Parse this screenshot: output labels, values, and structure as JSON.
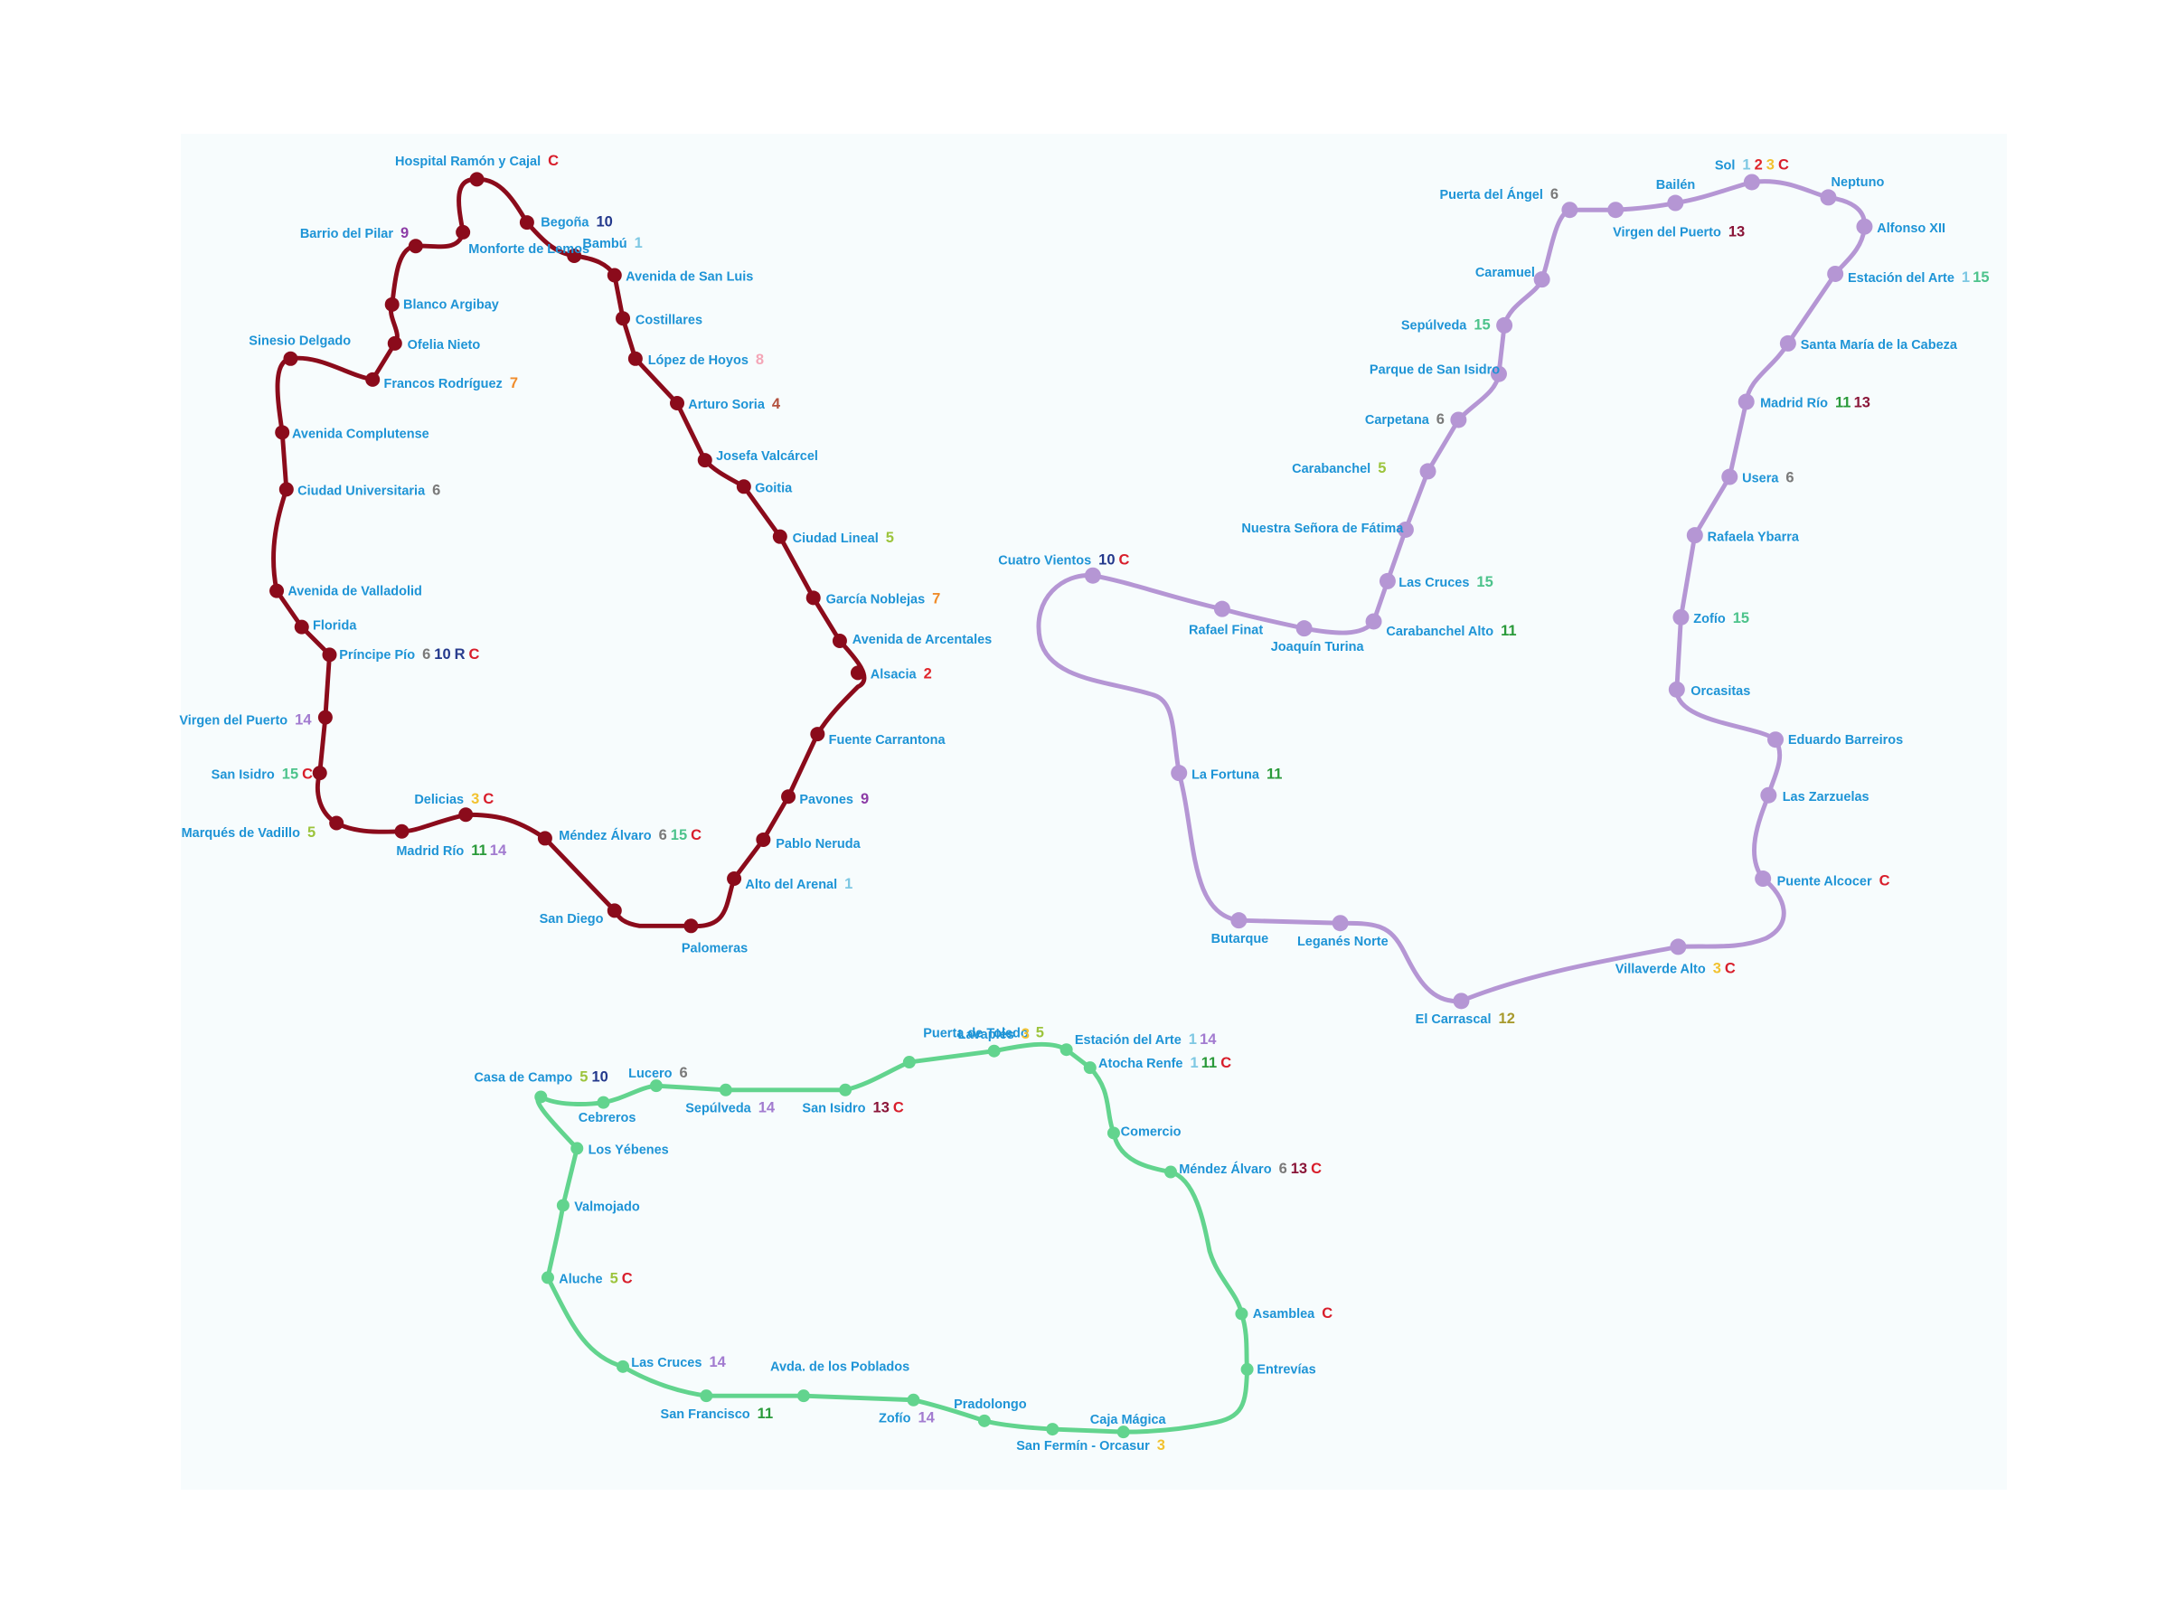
{
  "line_colors": {
    "1": "#7ec8e3",
    "2": "#e0262b",
    "3": "#f2c230",
    "4": "#b3503d",
    "5": "#9cc43c",
    "6": "#7a7a7a",
    "7": "#f08c2b",
    "8": "#f4a6b7",
    "9": "#8c3ba6",
    "10": "#23388c",
    "11": "#2a9a3a",
    "12": "#a89a2d",
    "13": "#8a1538",
    "14": "#a27bd0",
    "15": "#4dc38c",
    "R": "#2a3d8e",
    "C": "#d81e2b"
  },
  "label_color": "#1e94d6",
  "routes": [
    {
      "id": "maroon",
      "color": "#8b0b1b",
      "stations": [
        {
          "name": "Hospital Ramón y Cajal",
          "lines": [
            "C"
          ]
        },
        {
          "name": "Begoña",
          "lines": [
            "10"
          ]
        },
        {
          "name": "Bambú",
          "lines": [
            "1"
          ]
        },
        {
          "name": "Avenida de San Luis",
          "lines": []
        },
        {
          "name": "Costillares",
          "lines": []
        },
        {
          "name": "López de Hoyos",
          "lines": [
            "8"
          ]
        },
        {
          "name": "Arturo Soria",
          "lines": [
            "4"
          ]
        },
        {
          "name": "Josefa Valcárcel",
          "lines": []
        },
        {
          "name": "Goitia",
          "lines": []
        },
        {
          "name": "Ciudad Lineal",
          "lines": [
            "5"
          ]
        },
        {
          "name": "García Noblejas",
          "lines": [
            "7"
          ]
        },
        {
          "name": "Avenida de Arcentales",
          "lines": []
        },
        {
          "name": "Alsacia",
          "lines": [
            "2"
          ]
        },
        {
          "name": "Fuente Carrantona",
          "lines": []
        },
        {
          "name": "Pavones",
          "lines": [
            "9"
          ]
        },
        {
          "name": "Pablo Neruda",
          "lines": []
        },
        {
          "name": "Alto del Arenal",
          "lines": [
            "1"
          ]
        },
        {
          "name": "Palomeras",
          "lines": []
        },
        {
          "name": "San Diego",
          "lines": []
        },
        {
          "name": "Méndez Álvaro",
          "lines": [
            "6",
            "15",
            "C"
          ]
        },
        {
          "name": "Delicias",
          "lines": [
            "3",
            "C"
          ]
        },
        {
          "name": "Madrid Río",
          "lines": [
            "11",
            "14"
          ]
        },
        {
          "name": "Marqués de Vadillo",
          "lines": [
            "5"
          ]
        },
        {
          "name": "San Isidro",
          "lines": [
            "15",
            "C"
          ]
        },
        {
          "name": "Virgen del Puerto",
          "lines": [
            "14"
          ]
        },
        {
          "name": "Príncipe Pío",
          "lines": [
            "6",
            "10",
            "R",
            "C"
          ]
        },
        {
          "name": "Florida",
          "lines": []
        },
        {
          "name": "Avenida de Valladolid",
          "lines": []
        },
        {
          "name": "Ciudad Universitaria",
          "lines": [
            "6"
          ]
        },
        {
          "name": "Avenida Complutense",
          "lines": []
        },
        {
          "name": "Sinesio Delgado",
          "lines": []
        },
        {
          "name": "Francos Rodríguez",
          "lines": [
            "7"
          ]
        },
        {
          "name": "Ofelia Nieto",
          "lines": []
        },
        {
          "name": "Blanco Argibay",
          "lines": []
        },
        {
          "name": "Barrio del Pilar",
          "lines": [
            "9"
          ]
        },
        {
          "name": "Monforte de Lemos",
          "lines": []
        }
      ]
    },
    {
      "id": "lilac",
      "color": "#b596d4",
      "stations": [
        {
          "name": "Sol",
          "lines": [
            "1",
            "2",
            "3",
            "C"
          ]
        },
        {
          "name": "Neptuno",
          "lines": []
        },
        {
          "name": "Alfonso XII",
          "lines": []
        },
        {
          "name": "Estación del Arte",
          "lines": [
            "1",
            "15"
          ]
        },
        {
          "name": "Santa María de la Cabeza",
          "lines": []
        },
        {
          "name": "Madrid Río",
          "lines": [
            "11",
            "13"
          ]
        },
        {
          "name": "Usera",
          "lines": [
            "6"
          ]
        },
        {
          "name": "Rafaela Ybarra",
          "lines": []
        },
        {
          "name": "Zofío",
          "lines": [
            "15"
          ]
        },
        {
          "name": "Orcasitas",
          "lines": []
        },
        {
          "name": "Eduardo Barreiros",
          "lines": []
        },
        {
          "name": "Las Zarzuelas",
          "lines": []
        },
        {
          "name": "Puente Alcocer",
          "lines": [
            "C"
          ]
        },
        {
          "name": "Villaverde Alto",
          "lines": [
            "3",
            "C"
          ]
        },
        {
          "name": "El Carrascal",
          "lines": [
            "12"
          ]
        },
        {
          "name": "Leganés Norte",
          "lines": []
        },
        {
          "name": "Butarque",
          "lines": []
        },
        {
          "name": "La Fortuna",
          "lines": [
            "11"
          ]
        },
        {
          "name": "Cuatro Vientos",
          "lines": [
            "10",
            "C"
          ]
        },
        {
          "name": "Rafael Finat",
          "lines": []
        },
        {
          "name": "Joaquín Turina",
          "lines": []
        },
        {
          "name": "Carabanchel Alto",
          "lines": [
            "11"
          ]
        },
        {
          "name": "Las Cruces",
          "lines": [
            "15"
          ]
        },
        {
          "name": "Nuestra Señora de Fátima",
          "lines": []
        },
        {
          "name": "Carabanchel",
          "lines": [
            "5"
          ]
        },
        {
          "name": "Carpetana",
          "lines": [
            "6"
          ]
        },
        {
          "name": "Parque de San Isidro",
          "lines": []
        },
        {
          "name": "Sepúlveda",
          "lines": [
            "15"
          ]
        },
        {
          "name": "Caramuel",
          "lines": []
        },
        {
          "name": "Puerta del Ángel",
          "lines": [
            "6"
          ]
        },
        {
          "name": "Virgen del Puerto",
          "lines": [
            "13"
          ]
        },
        {
          "name": "Bailén",
          "lines": []
        }
      ]
    },
    {
      "id": "green",
      "color": "#62d48e",
      "stations": [
        {
          "name": "Casa de Campo",
          "lines": [
            "5",
            "10"
          ]
        },
        {
          "name": "Cebreros",
          "lines": []
        },
        {
          "name": "Lucero",
          "lines": [
            "6"
          ]
        },
        {
          "name": "Sepúlveda",
          "lines": [
            "14"
          ]
        },
        {
          "name": "San Isidro",
          "lines": [
            "13",
            "C"
          ]
        },
        {
          "name": "Puerta de Toledo",
          "lines": [
            "5"
          ]
        },
        {
          "name": "Lavapiés",
          "lines": [
            "3"
          ]
        },
        {
          "name": "Estación del Arte",
          "lines": [
            "1",
            "14"
          ]
        },
        {
          "name": "Atocha Renfe",
          "lines": [
            "1",
            "11",
            "C"
          ]
        },
        {
          "name": "Comercio",
          "lines": []
        },
        {
          "name": "Méndez Álvaro",
          "lines": [
            "6",
            "13",
            "C"
          ]
        },
        {
          "name": "Asamblea",
          "lines": [
            "C"
          ]
        },
        {
          "name": "Entrevías",
          "lines": []
        },
        {
          "name": "Caja Mágica",
          "lines": []
        },
        {
          "name": "San Fermín - Orcasur",
          "lines": [
            "3"
          ]
        },
        {
          "name": "Pradolongo",
          "lines": []
        },
        {
          "name": "Zofío",
          "lines": [
            "14"
          ]
        },
        {
          "name": "Avda. de los Poblados",
          "lines": []
        },
        {
          "name": "San Francisco",
          "lines": [
            "11"
          ]
        },
        {
          "name": "Las Cruces",
          "lines": [
            "14"
          ]
        },
        {
          "name": "Aluche",
          "lines": [
            "5",
            "C"
          ]
        },
        {
          "name": "Valmojado",
          "lines": []
        },
        {
          "name": "Los Yébenes",
          "lines": []
        }
      ]
    }
  ]
}
